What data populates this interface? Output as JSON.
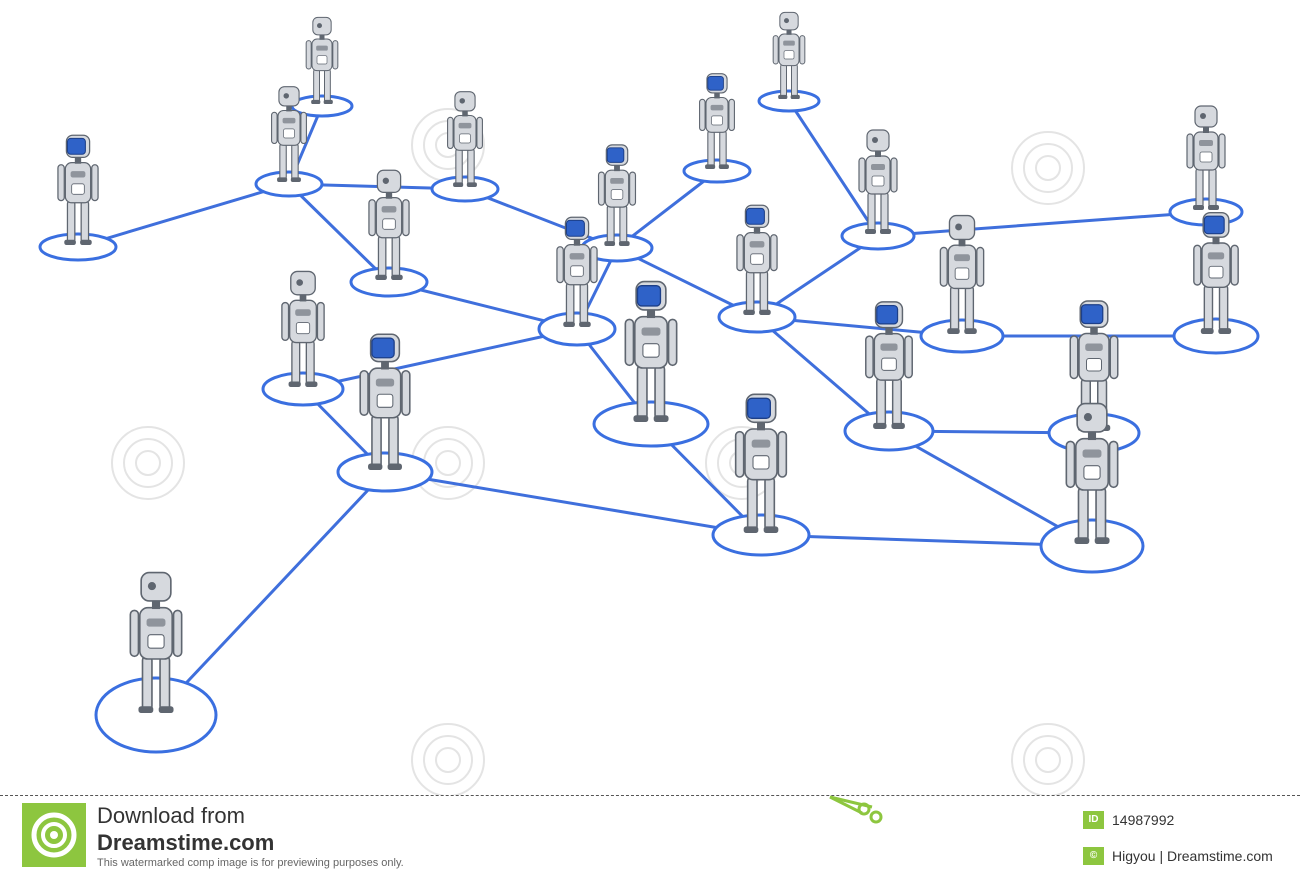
{
  "colors": {
    "link": "#3f6fdc",
    "ring": "#3a6fe0",
    "robot_body": "#d6d9de",
    "robot_dark": "#5f6670",
    "visor": "#2f62c8",
    "watermark": "#e4e4e4",
    "brand_green": "#8dc63f"
  },
  "footer": {
    "download_text": "Download from",
    "site_name": "Dreamstime.com",
    "note": "This watermarked comp image is for previewing purposes only.",
    "id_label": "ID",
    "image_id": "14987992",
    "copyright_symbol": "©",
    "credit": "Higyou | Dreamstime.com"
  }
}
